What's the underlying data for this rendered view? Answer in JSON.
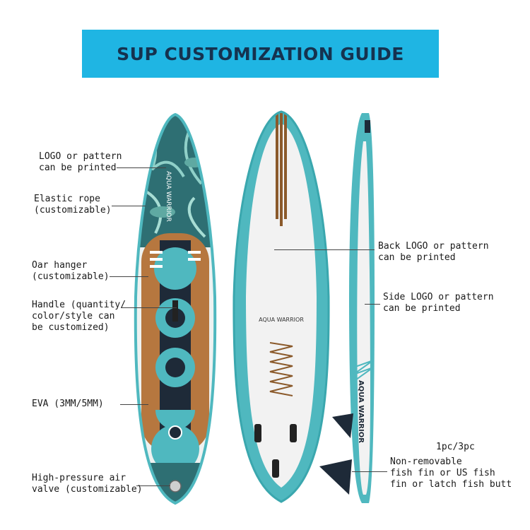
{
  "title": "SUP CUSTOMIZATION GUIDE",
  "board_logo_text": "AQUA WARRIOR",
  "side_logo_text": "AQUA WARRIOR",
  "colors": {
    "banner": "#1fb5e3",
    "teal": "#4fb8bf",
    "dark_teal": "#2e6f73",
    "navy": "#1e2a38",
    "wood": "#b6773f",
    "deck_white": "#eef2f1"
  },
  "annotations": {
    "logo": "LOGO or pattern\ncan be printed",
    "rope": "Elastic rope\n(customizable)",
    "oar": "Oar hanger\n(customizable)",
    "handle": "Handle (quantity/\ncolor/style can\nbe customized)",
    "eva": "EVA (3MM/5MM)",
    "valve": "High-pressure air\nvalve (customizable)",
    "back_logo": "Back LOGO or pattern\ncan be printed",
    "side_logo": "Side LOGO or pattern\ncan be printed",
    "fin_count": "1pc/3pc",
    "fin": "Non-removable\nfish fin or US fish\nfin or latch fish butt"
  }
}
